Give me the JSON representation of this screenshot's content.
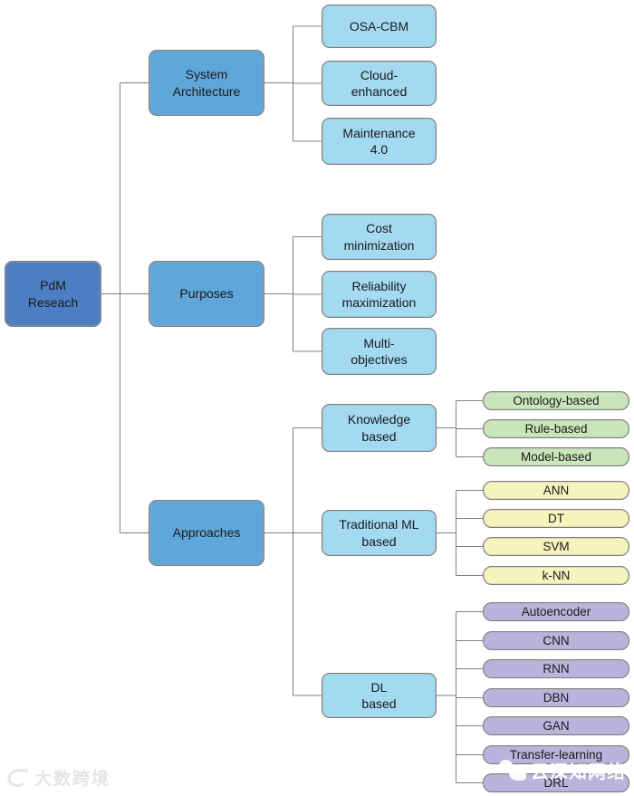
{
  "diagram": {
    "root": {
      "label": "PdM\nReseach"
    },
    "branches": [
      {
        "label": "System\nArchitecture",
        "children": [
          {
            "label": "OSA-CBM"
          },
          {
            "label": "Cloud-\nenhanced"
          },
          {
            "label": "Maintenance\n4.0"
          }
        ]
      },
      {
        "label": "Purposes",
        "children": [
          {
            "label": "Cost\nminimization"
          },
          {
            "label": "Reliability\nmaximization"
          },
          {
            "label": "Multi-\nobjectives"
          }
        ]
      },
      {
        "label": "Approaches",
        "children": [
          {
            "label": "Knowledge\nbased",
            "children": [
              {
                "label": "Ontology-based"
              },
              {
                "label": "Rule-based"
              },
              {
                "label": "Model-based"
              }
            ]
          },
          {
            "label": "Traditional ML\nbased",
            "children": [
              {
                "label": "ANN"
              },
              {
                "label": "DT"
              },
              {
                "label": "SVM"
              },
              {
                "label": "k-NN"
              }
            ]
          },
          {
            "label": "DL\nbased",
            "children": [
              {
                "label": "Autoencoder"
              },
              {
                "label": "CNN"
              },
              {
                "label": "RNN"
              },
              {
                "label": "DBN"
              },
              {
                "label": "GAN"
              },
              {
                "label": "Transfer-learning"
              },
              {
                "label": "DRL"
              }
            ]
          }
        ]
      }
    ],
    "colors": {
      "root": "#4d7ec3",
      "branch": "#5fa6da",
      "leaf_blue": "#a3d9f1",
      "leaf_green": "#c9e5ba",
      "leaf_yellow": "#f7f3bd",
      "leaf_purple": "#b8b4dc",
      "line": "#7f7f7f"
    },
    "watermarks": {
      "bottom_left": "大数跨境",
      "bottom_right": "云深知网络"
    }
  }
}
